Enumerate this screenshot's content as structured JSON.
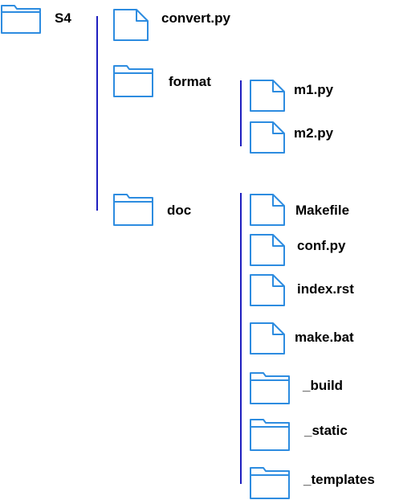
{
  "colors": {
    "icon_stroke": "#2d8ce0",
    "connector_line": "#1f1fbf",
    "label_text": "#000000"
  },
  "tree": {
    "root": {
      "label": "S4",
      "icon": "folder-icon"
    },
    "level1": {
      "convert": {
        "label": "convert.py",
        "icon": "file-icon"
      },
      "format": {
        "label": "format",
        "icon": "folder-icon"
      },
      "doc": {
        "label": "doc",
        "icon": "folder-icon"
      }
    },
    "format_children": {
      "m1": {
        "label": "m1.py",
        "icon": "file-icon"
      },
      "m2": {
        "label": "m2.py",
        "icon": "file-icon"
      }
    },
    "doc_children": {
      "makefile": {
        "label": "Makefile",
        "icon": "file-icon"
      },
      "conf": {
        "label": "conf.py",
        "icon": "file-icon"
      },
      "index": {
        "label": "index.rst",
        "icon": "file-icon"
      },
      "makebat": {
        "label": "make.bat",
        "icon": "file-icon"
      },
      "build": {
        "label": "_build",
        "icon": "folder-icon"
      },
      "static": {
        "label": "_static",
        "icon": "folder-icon"
      },
      "templates": {
        "label": "_templates",
        "icon": "folder-icon"
      }
    }
  }
}
